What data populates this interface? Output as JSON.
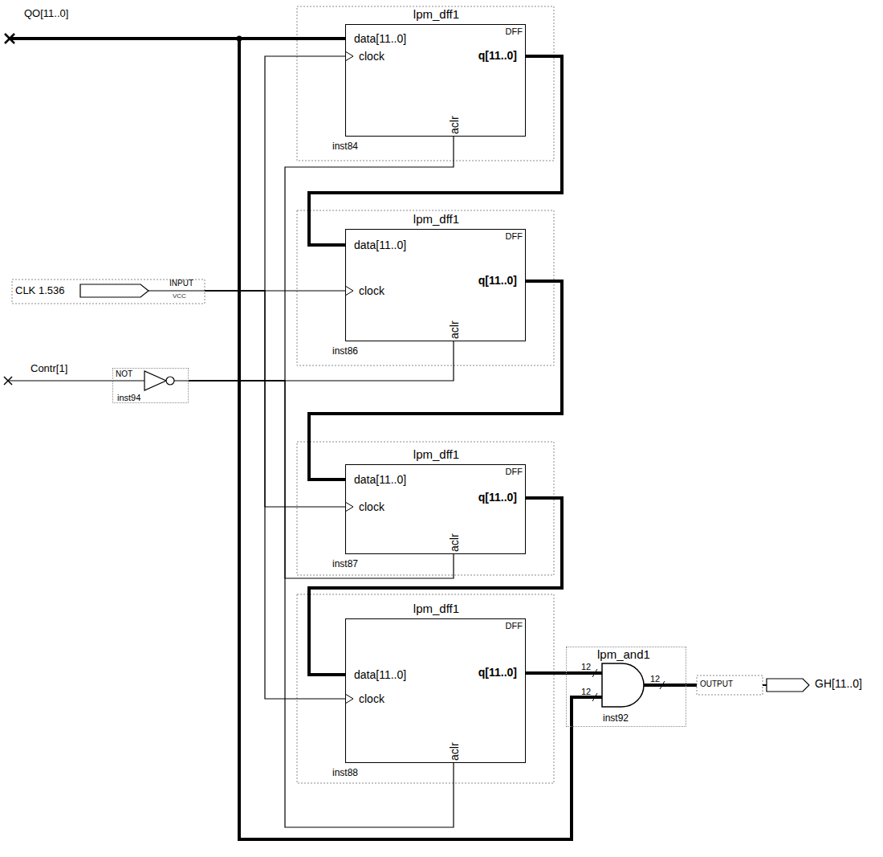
{
  "diagram": {
    "nodes": [
      {
        "text": [
          "lpm_dff1",
          "DFF",
          "data[11..0]",
          "clock",
          "q[11..0]",
          "aclr",
          "inst84"
        ]
      },
      {
        "text": [
          "lpm_dff1",
          "DFF",
          "data[11..0]",
          "clock",
          "q[11..0]",
          "aclr",
          "inst86"
        ]
      },
      {
        "text": [
          "lpm_dff1",
          "DFF",
          "data[11..0]",
          "clock",
          "q[11..0]",
          "aclr",
          "inst87"
        ]
      },
      {
        "text": [
          "lpm_dff1",
          "DFF",
          "data[11..0]",
          "clock",
          "q[11..0]",
          "aclr",
          "inst88"
        ]
      },
      {
        "text": [
          "lpm_and1",
          "12",
          "12",
          "12",
          "inst92"
        ]
      },
      {
        "text": [
          "NOT",
          "inst94"
        ]
      },
      {
        "text": [
          "CLK 1.536",
          "INPUT",
          "VCC"
        ]
      },
      {
        "text": [
          "OUTPUT",
          "GH[11..0]"
        ]
      }
    ],
    "edges": [
      {
        "from": 0,
        "to": 1,
        "arrow": "none"
      },
      {
        "from": 1,
        "to": 2,
        "arrow": "none"
      },
      {
        "from": 2,
        "to": 3,
        "arrow": "none"
      },
      {
        "from": 3,
        "to": 4,
        "arrow": "none"
      },
      {
        "from": 4,
        "to": 7,
        "arrow": "none"
      },
      {
        "from": 6,
        "to": 0,
        "arrow": "none"
      },
      {
        "from": 6,
        "to": 1,
        "arrow": "none"
      },
      {
        "from": 6,
        "to": 2,
        "arrow": "none"
      },
      {
        "from": 6,
        "to": 3,
        "arrow": "none"
      },
      {
        "from": 5,
        "to": 0,
        "arrow": "none"
      },
      {
        "from": 5,
        "to": 1,
        "arrow": "none"
      },
      {
        "from": 5,
        "to": 2,
        "arrow": "none"
      },
      {
        "from": 5,
        "to": 3,
        "arrow": "none"
      }
    ],
    "labels": [
      "QO[11..0]",
      "Contr[1]"
    ]
  }
}
